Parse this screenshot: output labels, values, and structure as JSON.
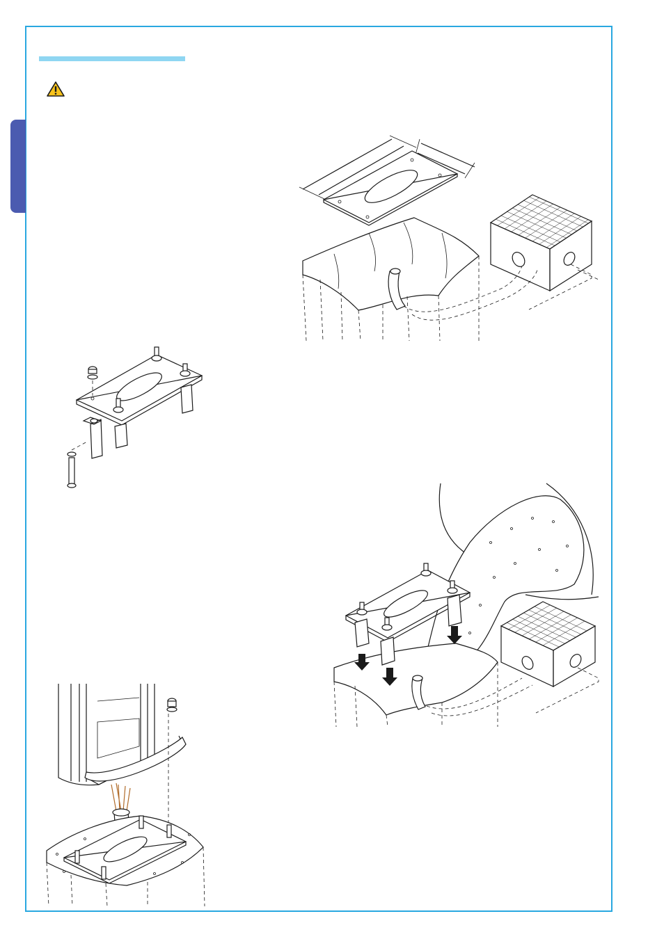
{
  "page": {
    "accent_color": "#29a8e0",
    "title_bar_color": "#8fd6f2",
    "side_tab_color": "#4b5bb0"
  },
  "icons": {
    "warning": "warning-triangle-icon"
  },
  "figures": [
    "plate-dimensions-over-foundation",
    "plate-with-anchor-assembly",
    "plate-embedded-in-concrete",
    "column-mounted-on-plate"
  ]
}
